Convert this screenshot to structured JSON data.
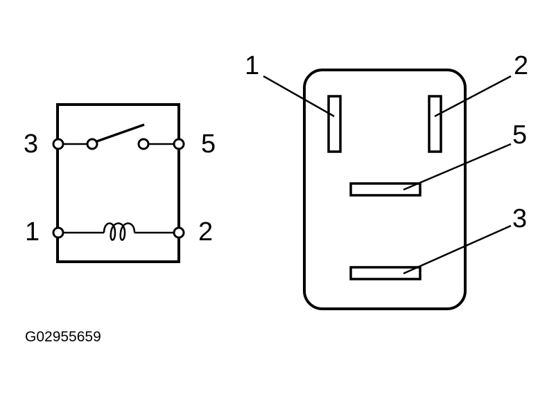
{
  "schematic": {
    "terminals": [
      {
        "id": "3",
        "label": "3"
      },
      {
        "id": "5",
        "label": "5"
      },
      {
        "id": "1",
        "label": "1"
      },
      {
        "id": "2",
        "label": "2"
      }
    ]
  },
  "connector": {
    "pins": [
      {
        "id": "1",
        "label": "1"
      },
      {
        "id": "2",
        "label": "2"
      },
      {
        "id": "5",
        "label": "5"
      },
      {
        "id": "3",
        "label": "3"
      }
    ]
  },
  "figure_code": "G02955659",
  "colors": {
    "line": "#000000",
    "background": "#ffffff"
  }
}
